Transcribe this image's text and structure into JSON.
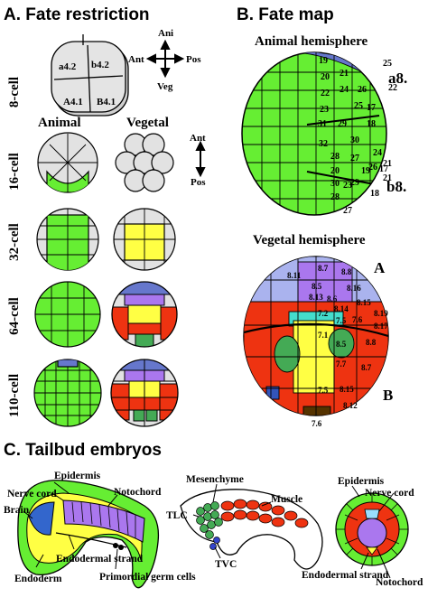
{
  "panel_a": {
    "title": "A. Fate restriction",
    "stages": [
      "8-cell",
      "16-cell",
      "32-cell",
      "64-cell",
      "110-cell"
    ],
    "col_animal": "Animal",
    "col_vegetal": "Vegetal",
    "blastomeres": [
      "a4.2",
      "b4.2",
      "A4.1",
      "B4.1"
    ],
    "axes": {
      "ani": "Ani",
      "veg": "Veg",
      "ant": "Ant",
      "pos": "Pos"
    },
    "axis2": {
      "ant": "Ant",
      "pos": "Pos"
    }
  },
  "panel_b": {
    "title": "B. Fate map",
    "animal": {
      "heading": "Animal hemisphere",
      "group_labels": [
        "a8.",
        "b8."
      ],
      "numbers": [
        "19",
        "20",
        "22",
        "21",
        "24",
        "26",
        "23",
        "25",
        "31",
        "32",
        "29",
        "30",
        "28",
        "27",
        "18",
        "17",
        "19",
        "20",
        "23",
        "24",
        "21",
        "26",
        "25",
        "30",
        "29",
        "27",
        "28",
        "17",
        "18",
        "21",
        "22"
      ]
    },
    "vegetal": {
      "heading": "Vegetal hemisphere",
      "group_labels": [
        "A",
        "B"
      ],
      "numbers": [
        "8.7",
        "8.8",
        "8.5",
        "8.6",
        "8.16",
        "8.15",
        "8.13",
        "8.14",
        "7.2",
        "7.5",
        "7.6",
        "7.1",
        "8.5",
        "7.7",
        "8.8",
        "8.7",
        "7.5",
        "8.15",
        "7.6",
        "8.19",
        "8.17",
        "8.12",
        "8.11"
      ]
    }
  },
  "panel_c": {
    "title": "C. Tailbud embryos",
    "labels": {
      "nerve_cord": "Nerve cord",
      "epidermis": "Epidermis",
      "notochord": "Notochord",
      "brain": "Brain",
      "endodermal_strand": "Endodermal strand",
      "endoderm": "Endoderm",
      "primordial_germ_cells": "Primordial germ cells",
      "mesenchyme": "Mesenchyme",
      "muscle": "Muscle",
      "tlc": "TLC",
      "tvc": "TVC",
      "epidermis2": "Epidermis",
      "nerve_cord2": "Nerve cord",
      "endodermal_strand2": "Endodermal strand",
      "notochord2": "Notochord"
    }
  },
  "colors": {
    "epidermis_green": "#66EE33",
    "nerve_blue": "#6677CC",
    "endoderm_yellow": "#FFFF44",
    "muscle_red": "#EE3311",
    "notochord_purple": "#AA77EE",
    "mesenchyme_green": "#44AA55",
    "brain_blue": "#3366CC",
    "gray": "#DDDDDD"
  }
}
